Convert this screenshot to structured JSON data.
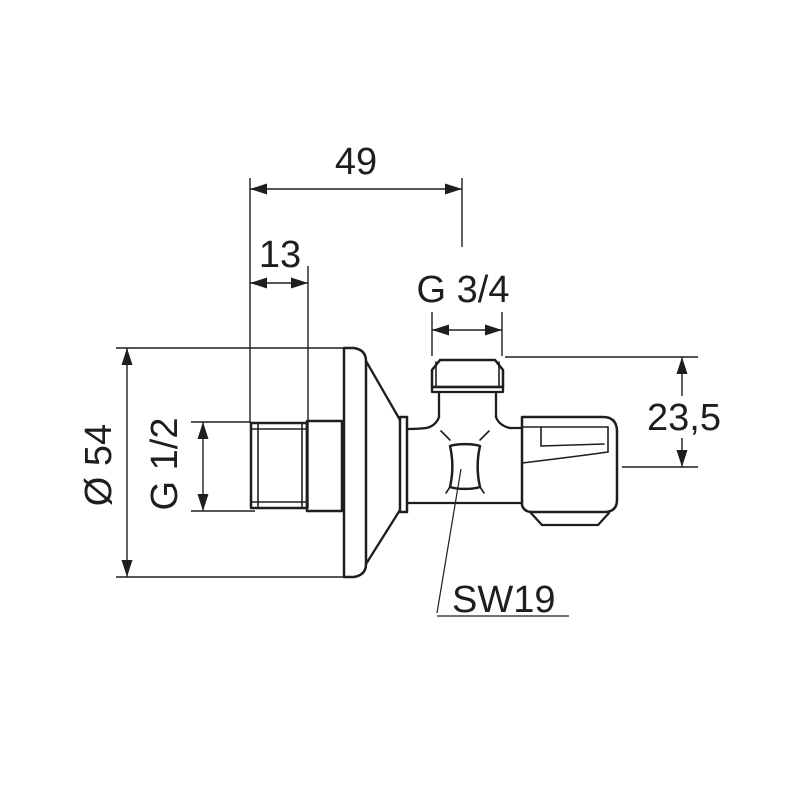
{
  "meta": {
    "description": "Technical dimension drawing of an angle valve, side view"
  },
  "colors": {
    "line": "#1e1e1e",
    "background": "#ffffff"
  },
  "labels": {
    "overall_width": "49",
    "wall_thread_length": "13",
    "top_outlet_thread": "G 3/4",
    "flange_diameter": "Ø 54",
    "wall_thread_size": "G 1/2",
    "outlet_axis_offset": "23,5",
    "spindle_wrench_size": "SW19"
  }
}
